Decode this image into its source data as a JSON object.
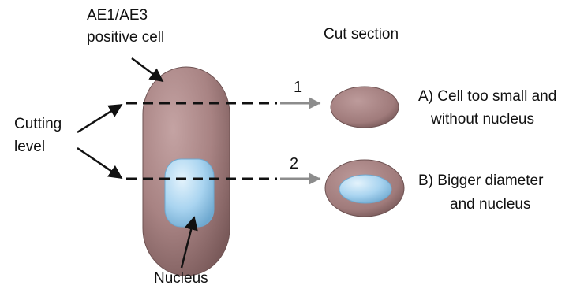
{
  "labels": {
    "cell_type_line1": "AE1/AE3",
    "cell_type_line2": "positive cell",
    "cutting_line1": "Cutting",
    "cutting_line2": "level",
    "nucleus": "Nucleus",
    "cut_section": "Cut section",
    "level1_number": "1",
    "level2_number": "2",
    "result_a_line1": "A) Cell too small and",
    "result_a_line2": "without nucleus",
    "result_b_line1": "B) Bigger diameter",
    "result_b_line2": "and nucleus"
  },
  "colors": {
    "cell": "#a88383",
    "nucleus": "#a9d4f0",
    "arrow_gray": "#8c8c8c",
    "line": "#111111"
  }
}
